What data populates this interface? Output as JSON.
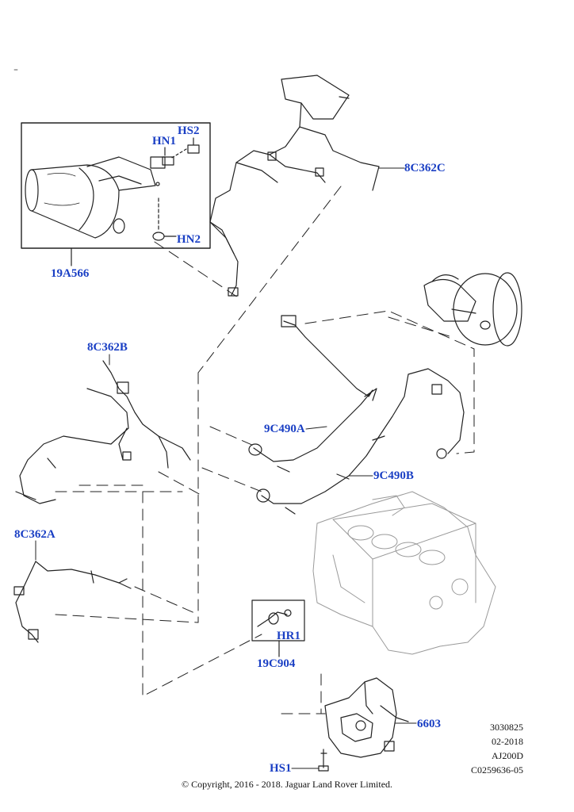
{
  "callouts": {
    "hs2": "HS2",
    "hn1": "HN1",
    "hn2": "HN2",
    "p19a566": "19A566",
    "p8c362c": "8C362C",
    "p8c362b": "8C362B",
    "p9c490a": "9C490A",
    "p9c490b": "9C490B",
    "p8c362a": "8C362A",
    "hr1": "HR1",
    "p19c904": "19C904",
    "p6603": "6603",
    "hs1": "HS1"
  },
  "meta": {
    "line1": "3030825",
    "line2": "02-2018",
    "line3": "AJ200D",
    "line4": "C0259636-05"
  },
  "copyright": "© Copyright, 2016 - 2018. Jaguar Land Rover Limited.",
  "colors": {
    "callout": "#1a3fc4",
    "linework": "#222222"
  }
}
